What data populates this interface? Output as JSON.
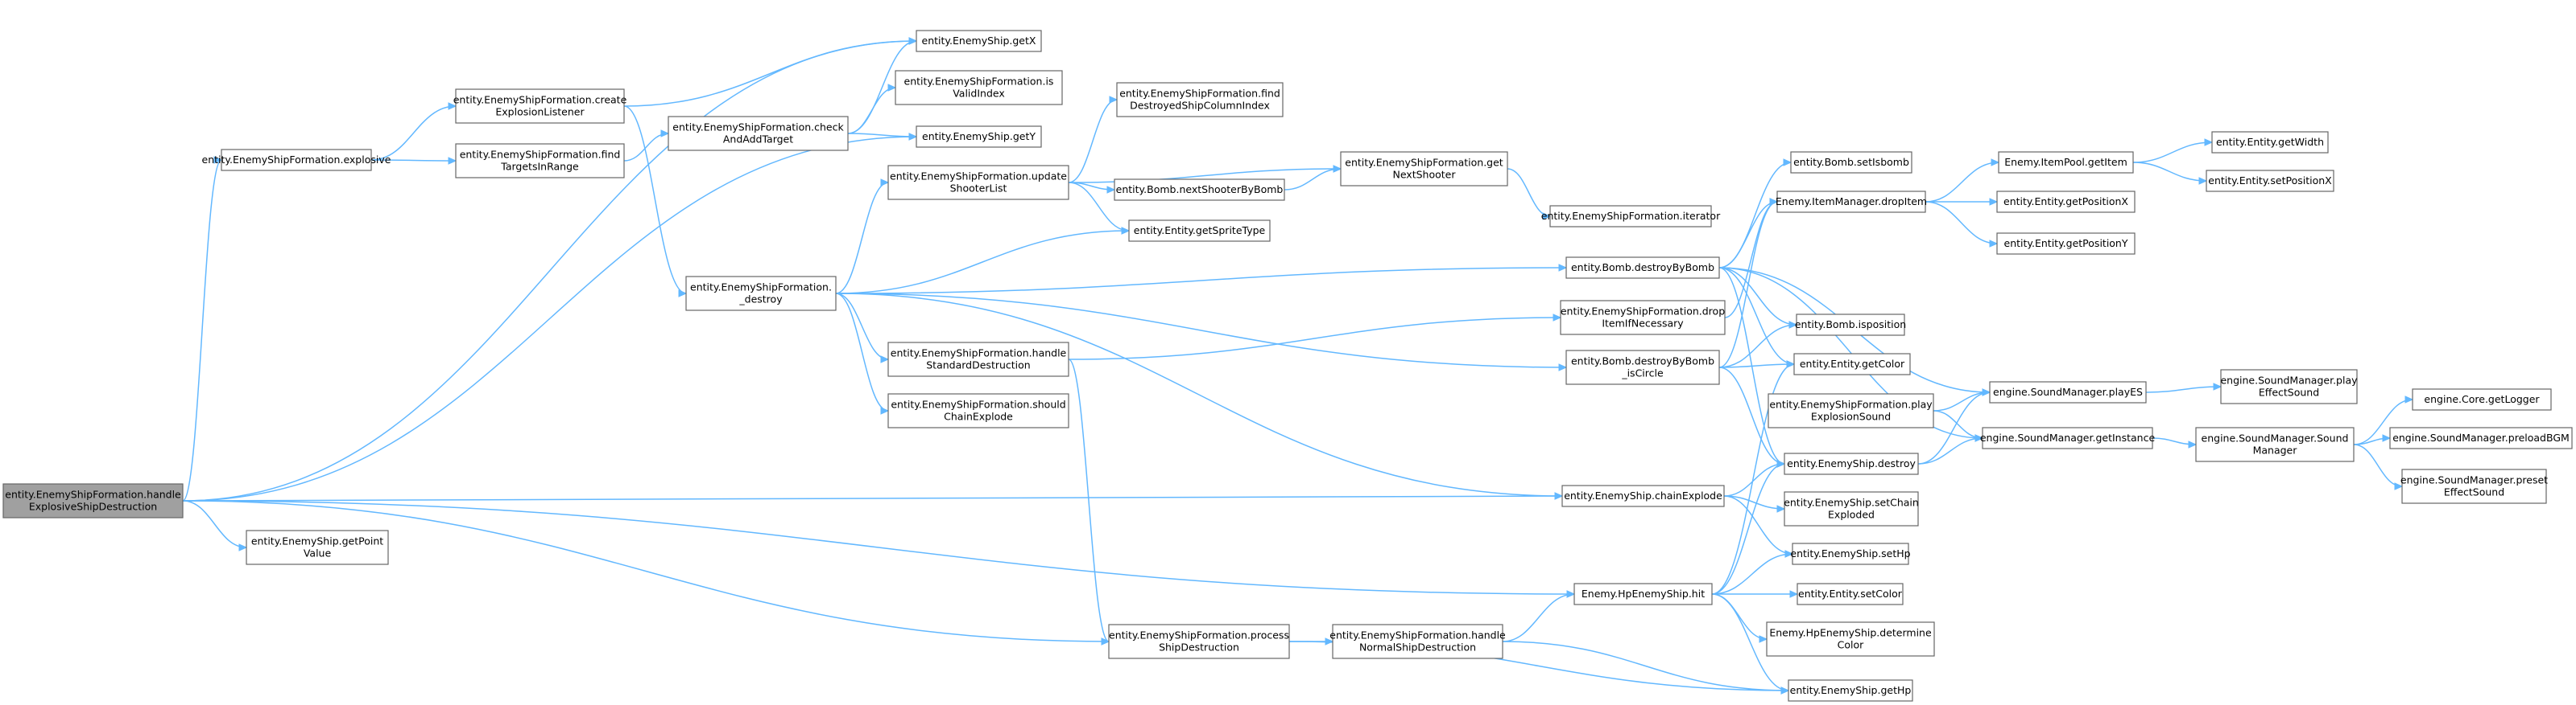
{
  "graph": {
    "root": "root",
    "nodes": [
      {
        "id": "root",
        "lines": [
          "entity.EnemyShipFormation.handle",
          "ExplosiveShipDestruction"
        ],
        "highlight": true
      },
      {
        "id": "explosive",
        "lines": [
          "entity.EnemyShipFormation.explosive"
        ]
      },
      {
        "id": "getPointValue",
        "lines": [
          "entity.EnemyShip.getPoint",
          "Value"
        ]
      },
      {
        "id": "createExpl",
        "lines": [
          "entity.EnemyShipFormation.create",
          "ExplosionListener"
        ]
      },
      {
        "id": "findTargets",
        "lines": [
          "entity.EnemyShipFormation.find",
          "TargetsInRange"
        ]
      },
      {
        "id": "getX",
        "lines": [
          "entity.EnemyShip.getX"
        ]
      },
      {
        "id": "checkAdd",
        "lines": [
          "entity.EnemyShipFormation.check",
          "AndAddTarget"
        ]
      },
      {
        "id": "isValidIndex",
        "lines": [
          "entity.EnemyShipFormation.is",
          "ValidIndex"
        ]
      },
      {
        "id": "getY",
        "lines": [
          "entity.EnemyShip.getY"
        ]
      },
      {
        "id": "destroyF",
        "lines": [
          "entity.EnemyShipFormation.",
          "_destroy"
        ]
      },
      {
        "id": "updateShooter",
        "lines": [
          "entity.EnemyShipFormation.update",
          "ShooterList"
        ]
      },
      {
        "id": "handleStd",
        "lines": [
          "entity.EnemyShipFormation.handle",
          "StandardDestruction"
        ]
      },
      {
        "id": "shouldChain",
        "lines": [
          "entity.EnemyShipFormation.should",
          "ChainExplode"
        ]
      },
      {
        "id": "processShip",
        "lines": [
          "entity.EnemyShipFormation.process",
          "ShipDestruction"
        ]
      },
      {
        "id": "handleNormal",
        "lines": [
          "entity.EnemyShipFormation.handle",
          "NormalShipDestruction"
        ]
      },
      {
        "id": "findDestroyed",
        "lines": [
          "entity.EnemyShipFormation.find",
          "DestroyedShipColumnIndex"
        ]
      },
      {
        "id": "nextShooter",
        "lines": [
          "entity.Bomb.nextShooterByBomb"
        ]
      },
      {
        "id": "getSpriteType",
        "lines": [
          "entity.Entity.getSpriteType"
        ]
      },
      {
        "id": "getNextShooter",
        "lines": [
          "entity.EnemyShipFormation.get",
          "NextShooter"
        ]
      },
      {
        "id": "iterator",
        "lines": [
          "entity.EnemyShipFormation.iterator"
        ]
      },
      {
        "id": "destroyByBomb",
        "lines": [
          "entity.Bomb.destroyByBomb"
        ]
      },
      {
        "id": "dropItemNec",
        "lines": [
          "entity.EnemyShipFormation.drop",
          "ItemIfNecessary"
        ]
      },
      {
        "id": "destroyCircle",
        "lines": [
          "entity.Bomb.destroyByBomb",
          "_isCircle"
        ]
      },
      {
        "id": "chainExplode",
        "lines": [
          "entity.EnemyShip.chainExplode"
        ]
      },
      {
        "id": "hit",
        "lines": [
          "Enemy.HpEnemyShip.hit"
        ]
      },
      {
        "id": "setIsbomb",
        "lines": [
          "entity.Bomb.setIsbomb"
        ]
      },
      {
        "id": "dropItem",
        "lines": [
          "Enemy.ItemManager.dropItem"
        ]
      },
      {
        "id": "isposition",
        "lines": [
          "entity.Bomb.isposition"
        ]
      },
      {
        "id": "getColor",
        "lines": [
          "entity.Entity.getColor"
        ]
      },
      {
        "id": "playExplSound",
        "lines": [
          "entity.EnemyShipFormation.play",
          "ExplosionSound"
        ]
      },
      {
        "id": "esDestroy",
        "lines": [
          "entity.EnemyShip.destroy"
        ]
      },
      {
        "id": "setChainExploded",
        "lines": [
          "entity.EnemyShip.setChain",
          "Exploded"
        ]
      },
      {
        "id": "setHp",
        "lines": [
          "entity.EnemyShip.setHp"
        ]
      },
      {
        "id": "setColor",
        "lines": [
          "entity.Entity.setColor"
        ]
      },
      {
        "id": "determineColor",
        "lines": [
          "Enemy.HpEnemyShip.determine",
          "Color"
        ]
      },
      {
        "id": "getHp",
        "lines": [
          "entity.EnemyShip.getHp"
        ]
      },
      {
        "id": "getItem",
        "lines": [
          "Enemy.ItemPool.getItem"
        ]
      },
      {
        "id": "getPosX",
        "lines": [
          "entity.Entity.getPositionX"
        ]
      },
      {
        "id": "getPosY",
        "lines": [
          "entity.Entity.getPositionY"
        ]
      },
      {
        "id": "playES",
        "lines": [
          "engine.SoundManager.playES"
        ]
      },
      {
        "id": "getInstance",
        "lines": [
          "engine.SoundManager.getInstance"
        ]
      },
      {
        "id": "getWidth",
        "lines": [
          "entity.Entity.getWidth"
        ]
      },
      {
        "id": "setPosX",
        "lines": [
          "entity.Entity.setPositionX"
        ]
      },
      {
        "id": "playEffect",
        "lines": [
          "engine.SoundManager.play",
          "EffectSound"
        ]
      },
      {
        "id": "soundCtor",
        "lines": [
          "engine.SoundManager.Sound",
          "Manager"
        ]
      },
      {
        "id": "getLogger",
        "lines": [
          "engine.Core.getLogger"
        ]
      },
      {
        "id": "preloadBGM",
        "lines": [
          "engine.SoundManager.preloadBGM"
        ]
      },
      {
        "id": "presetEffect",
        "lines": [
          "engine.SoundManager.preset",
          "EffectSound"
        ]
      }
    ],
    "edges": [
      [
        "root",
        "explosive"
      ],
      [
        "root",
        "getPointValue"
      ],
      [
        "root",
        "getX"
      ],
      [
        "root",
        "getY"
      ],
      [
        "root",
        "chainExplode"
      ],
      [
        "root",
        "hit"
      ],
      [
        "root",
        "processShip"
      ],
      [
        "explosive",
        "createExpl"
      ],
      [
        "explosive",
        "findTargets"
      ],
      [
        "createExpl",
        "getX"
      ],
      [
        "createExpl",
        "destroyF"
      ],
      [
        "findTargets",
        "checkAdd"
      ],
      [
        "checkAdd",
        "getX"
      ],
      [
        "checkAdd",
        "isValidIndex"
      ],
      [
        "checkAdd",
        "getY"
      ],
      [
        "destroyF",
        "updateShooter"
      ],
      [
        "destroyF",
        "getSpriteType"
      ],
      [
        "destroyF",
        "destroyByBomb"
      ],
      [
        "destroyF",
        "destroyCircle"
      ],
      [
        "destroyF",
        "handleStd"
      ],
      [
        "destroyF",
        "shouldChain"
      ],
      [
        "destroyF",
        "chainExplode"
      ],
      [
        "handleStd",
        "dropItemNec"
      ],
      [
        "handleStd",
        "processShip"
      ],
      [
        "updateShooter",
        "findDestroyed"
      ],
      [
        "updateShooter",
        "nextShooter"
      ],
      [
        "updateShooter",
        "getNextShooter"
      ],
      [
        "updateShooter",
        "getSpriteType"
      ],
      [
        "nextShooter",
        "getNextShooter"
      ],
      [
        "getNextShooter",
        "iterator"
      ],
      [
        "processShip",
        "handleNormal"
      ],
      [
        "processShip",
        "getHp"
      ],
      [
        "handleNormal",
        "hit"
      ],
      [
        "handleNormal",
        "getHp"
      ],
      [
        "destroyByBomb",
        "setIsbomb"
      ],
      [
        "destroyByBomb",
        "dropItem"
      ],
      [
        "destroyByBomb",
        "isposition"
      ],
      [
        "destroyByBomb",
        "getColor"
      ],
      [
        "destroyByBomb",
        "esDestroy"
      ],
      [
        "destroyByBomb",
        "playES"
      ],
      [
        "destroyByBomb",
        "getInstance"
      ],
      [
        "dropItemNec",
        "dropItem"
      ],
      [
        "destroyCircle",
        "isposition"
      ],
      [
        "destroyCircle",
        "getColor"
      ],
      [
        "destroyCircle",
        "esDestroy"
      ],
      [
        "destroyCircle",
        "dropItem"
      ],
      [
        "chainExplode",
        "esDestroy"
      ],
      [
        "chainExplode",
        "setChainExploded"
      ],
      [
        "chainExplode",
        "setHp"
      ],
      [
        "hit",
        "setHp"
      ],
      [
        "hit",
        "setColor"
      ],
      [
        "hit",
        "determineColor"
      ],
      [
        "hit",
        "getHp"
      ],
      [
        "hit",
        "esDestroy"
      ],
      [
        "hit",
        "getColor"
      ],
      [
        "esDestroy",
        "playES"
      ],
      [
        "esDestroy",
        "getInstance"
      ],
      [
        "playExplSound",
        "playES"
      ],
      [
        "playExplSound",
        "getInstance"
      ],
      [
        "dropItem",
        "getItem"
      ],
      [
        "dropItem",
        "getPosX"
      ],
      [
        "dropItem",
        "getPosY"
      ],
      [
        "getItem",
        "getWidth"
      ],
      [
        "getItem",
        "setPosX"
      ],
      [
        "playES",
        "playEffect"
      ],
      [
        "getInstance",
        "soundCtor"
      ],
      [
        "soundCtor",
        "getLogger"
      ],
      [
        "soundCtor",
        "preloadBGM"
      ],
      [
        "soundCtor",
        "presetEffect"
      ]
    ]
  }
}
